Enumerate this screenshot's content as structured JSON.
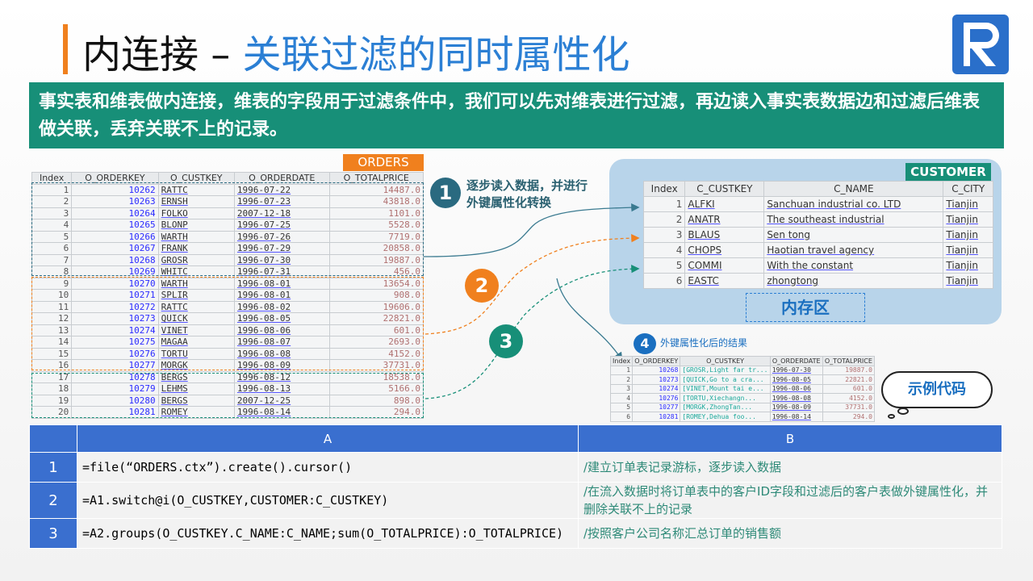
{
  "title": {
    "main": "内连接 – ",
    "sub": "关联过滤的同时属性化"
  },
  "banner": "事实表和维表做内连接，维表的字段用于过滤条件中，我们可以先对维表进行过滤，再边读入事实表数据边和过滤后维表做关联，丢弃关联不上的记录。",
  "orders": {
    "label": "ORDERS",
    "headers": [
      "Index",
      "O_ORDERKEY",
      "O_CUSTKEY",
      "O_ORDERDATE",
      "O_TOTALPRICE"
    ],
    "rows": [
      [
        "1",
        "10262",
        "RATTC",
        "1996-07-22",
        "14487.0"
      ],
      [
        "2",
        "10263",
        "ERNSH",
        "1996-07-23",
        "43818.0"
      ],
      [
        "3",
        "10264",
        "FOLKO",
        "2007-12-18",
        "1101.0"
      ],
      [
        "4",
        "10265",
        "BLONP",
        "1996-07-25",
        "5528.0"
      ],
      [
        "5",
        "10266",
        "WARTH",
        "1996-07-26",
        "7719.0"
      ],
      [
        "6",
        "10267",
        "FRANK",
        "1996-07-29",
        "20858.0"
      ],
      [
        "7",
        "10268",
        "GROSR",
        "1996-07-30",
        "19887.0"
      ],
      [
        "8",
        "10269",
        "WHITC",
        "1996-07-31",
        "456.0"
      ],
      [
        "9",
        "10270",
        "WARTH",
        "1996-08-01",
        "13654.0"
      ],
      [
        "10",
        "10271",
        "SPLIR",
        "1996-08-01",
        "908.0"
      ],
      [
        "11",
        "10272",
        "RATTC",
        "1996-08-02",
        "19606.0"
      ],
      [
        "12",
        "10273",
        "QUICK",
        "1996-08-05",
        "22821.0"
      ],
      [
        "13",
        "10274",
        "VINET",
        "1996-08-06",
        "601.0"
      ],
      [
        "14",
        "10275",
        "MAGAA",
        "1996-08-07",
        "2693.0"
      ],
      [
        "15",
        "10276",
        "TORTU",
        "1996-08-08",
        "4152.0"
      ],
      [
        "16",
        "10277",
        "MORGK",
        "1996-08-09",
        "37731.0"
      ],
      [
        "17",
        "10278",
        "BERGS",
        "1996-08-12",
        "18538.0"
      ],
      [
        "18",
        "10279",
        "LEHMS",
        "1996-08-13",
        "5166.0"
      ],
      [
        "19",
        "10280",
        "BERGS",
        "2007-12-25",
        "898.0"
      ],
      [
        "20",
        "10281",
        "ROMEY",
        "1996-08-14",
        "294.0"
      ]
    ]
  },
  "customer": {
    "label": "CUSTOMER",
    "headers": [
      "Index",
      "C_CUSTKEY",
      "C_NAME",
      "C_CITY"
    ],
    "rows": [
      [
        "1",
        "ALFKI",
        "Sanchuan industrial co. LTD",
        "Tianjin"
      ],
      [
        "2",
        "ANATR",
        "The southeast industrial",
        "Tianjin"
      ],
      [
        "3",
        "BLAUS",
        "Sen tong",
        "Tianjin"
      ],
      [
        "4",
        "CHOPS",
        "Haotian travel agency",
        "Tianjin"
      ],
      [
        "5",
        "COMMI",
        "With the constant",
        "Tianjin"
      ],
      [
        "6",
        "EASTC",
        "zhongtong",
        "Tianjin"
      ]
    ]
  },
  "memory_label": "内存区",
  "steps": {
    "s1": "1",
    "s1_text": "逐步读入数据，并进行外键属性化转换",
    "s2": "2",
    "s3": "3",
    "s4": "4",
    "s4_text": "外键属性化后的结果"
  },
  "result": {
    "headers": [
      "Index",
      "O_ORDERKEY",
      "O_CUSTKEY",
      "O_ORDERDATE",
      "O_TOTALPRICE"
    ],
    "rows": [
      [
        "1",
        "10268",
        "[GROSR,Light far tr...",
        "1996-07-30",
        "19887.0"
      ],
      [
        "2",
        "10273",
        "[QUICK,Go to a cra...",
        "1996-08-05",
        "22821.0"
      ],
      [
        "3",
        "10274",
        "[VINET,Mount tai e...",
        "1996-08-06",
        "601.0"
      ],
      [
        "4",
        "10276",
        "[TORTU,Xiechangn...",
        "1996-08-08",
        "4152.0"
      ],
      [
        "5",
        "10277",
        "[MORGK,ZhongTan...",
        "1996-08-09",
        "37731.0"
      ],
      [
        "6",
        "10281",
        "[ROMEY,Dehua foo...",
        "1996-08-14",
        "294.0"
      ]
    ]
  },
  "example_label": "示例代码",
  "code": {
    "headers": [
      "",
      "A",
      "B"
    ],
    "rows": [
      [
        "1",
        "=file(“ORDERS.ctx”).create().cursor()",
        "/建立订单表记录游标，逐步读入数据"
      ],
      [
        "2",
        "=A1.switch@i(O_CUSTKEY,CUSTOMER:C_CUSTKEY)",
        "/在流入数据时将订单表中的客户ID字段和过滤后的客户表做外键属性化，并删除关联不上的记录"
      ],
      [
        "3",
        "=A2.groups(O_CUSTKEY.C_NAME:C_NAME;sum(O_TOTALPRICE):O_TOTALPRICE)",
        "/按照客户公司名称汇总订单的销售额"
      ]
    ]
  }
}
